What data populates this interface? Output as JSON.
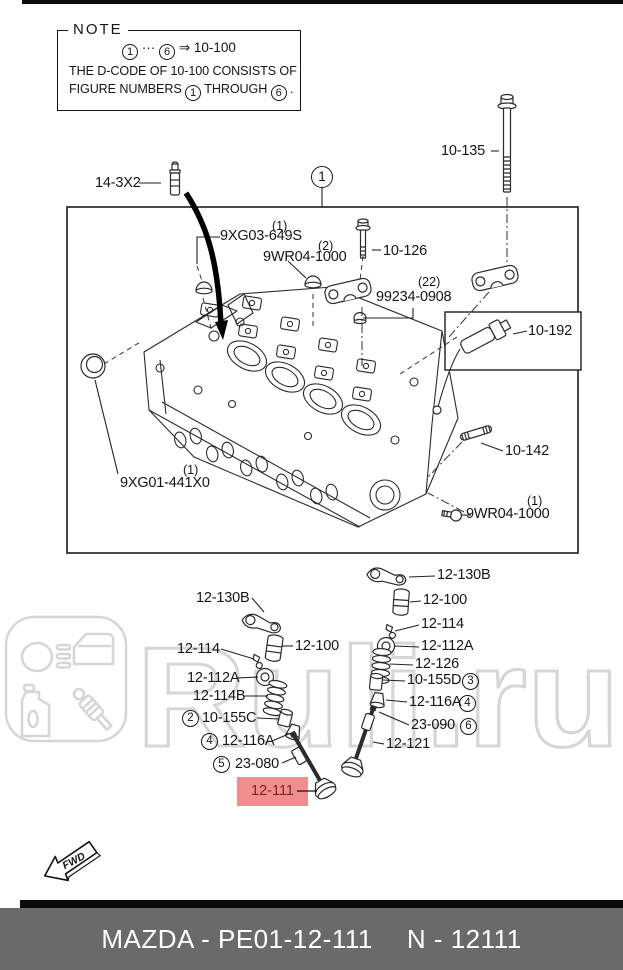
{
  "note": {
    "title": "NOTE",
    "rule": {
      "start": "1",
      "dots": "···",
      "end": "6",
      "arrow": "⇒",
      "code": "10-100"
    },
    "line2": "THE D-CODE OF  10-100  CONSISTS OF",
    "line3": {
      "pre": "FIGURE NUMBERS",
      "n1": "1",
      "mid": "THROUGH",
      "n2": "6",
      "post": "."
    }
  },
  "balloon": {
    "number": "1"
  },
  "upper_parts": [
    {
      "label": "14-3X2"
    },
    {
      "label": "10-135"
    },
    {
      "qty": "(1)",
      "label": "9XG03-649S"
    },
    {
      "qty": "(2)",
      "label": "9WR04-1000"
    },
    {
      "label": "10-126"
    },
    {
      "qty": "(22)",
      "label": "99234-0908"
    },
    {
      "label": "10-192"
    },
    {
      "qty": "(1)",
      "label": "9XG01-441X0"
    },
    {
      "label": "10-142"
    },
    {
      "qty": "(1)",
      "label": "9WR04-1000"
    }
  ],
  "lower_left": [
    {
      "label": "12-130B"
    },
    {
      "label": "12-100"
    },
    {
      "label": "12-114"
    },
    {
      "label": "12-112A"
    },
    {
      "label": "12-114B"
    },
    {
      "num": "2",
      "label": "10-155C"
    },
    {
      "num": "4",
      "label": "12-116A"
    },
    {
      "num": "5",
      "label": "23-080"
    },
    {
      "label": "12-111"
    }
  ],
  "lower_right": [
    {
      "label": "12-130B"
    },
    {
      "label": "12-100"
    },
    {
      "label": "12-114"
    },
    {
      "label": "12-112A"
    },
    {
      "label": "12-126"
    },
    {
      "label": "10-155D",
      "num": "3"
    },
    {
      "label": "12-116A",
      "num": "4"
    },
    {
      "label": "23-090",
      "num": "6"
    },
    {
      "label": "12-121"
    }
  ],
  "watermark": {
    "text": "Ruli.ru"
  },
  "fwd": {
    "label": "FWD"
  },
  "footer": {
    "left": "MAZDA - PE01-12-111",
    "right": "N - 12111"
  },
  "colors": {
    "highlight": "#ef8e8e",
    "highlight_text": "#7c2222",
    "footer_bg": "#6a6a6a",
    "watermark": "#d6d6d6"
  }
}
